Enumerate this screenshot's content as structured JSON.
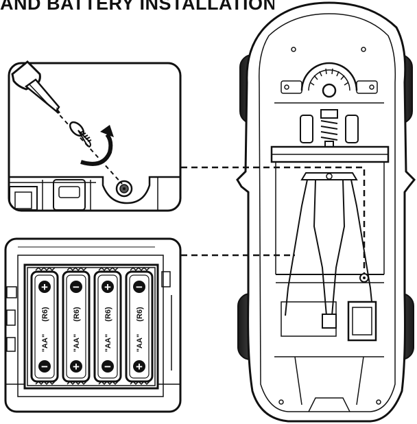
{
  "heading": "AND BATTERY INSTALLATION",
  "batteries": [
    {
      "size": "\"AA\"",
      "code": "(R6)",
      "top_polarity": "+",
      "bottom_polarity": "−"
    },
    {
      "size": "\"AA\"",
      "code": "(R6)",
      "top_polarity": "−",
      "bottom_polarity": "+"
    },
    {
      "size": "\"AA\"",
      "code": "(R6)",
      "top_polarity": "+",
      "bottom_polarity": "−"
    },
    {
      "size": "\"AA\"",
      "code": "(R6)",
      "top_polarity": "−",
      "bottom_polarity": "+"
    }
  ],
  "icons": {
    "screwdriver": "screwdriver-icon",
    "screw": "screw-icon",
    "rotation": "rotation-arrow-icon"
  },
  "colors": {
    "ink": "#111111",
    "tire": "#2a2a2a",
    "paper": "#ffffff"
  }
}
